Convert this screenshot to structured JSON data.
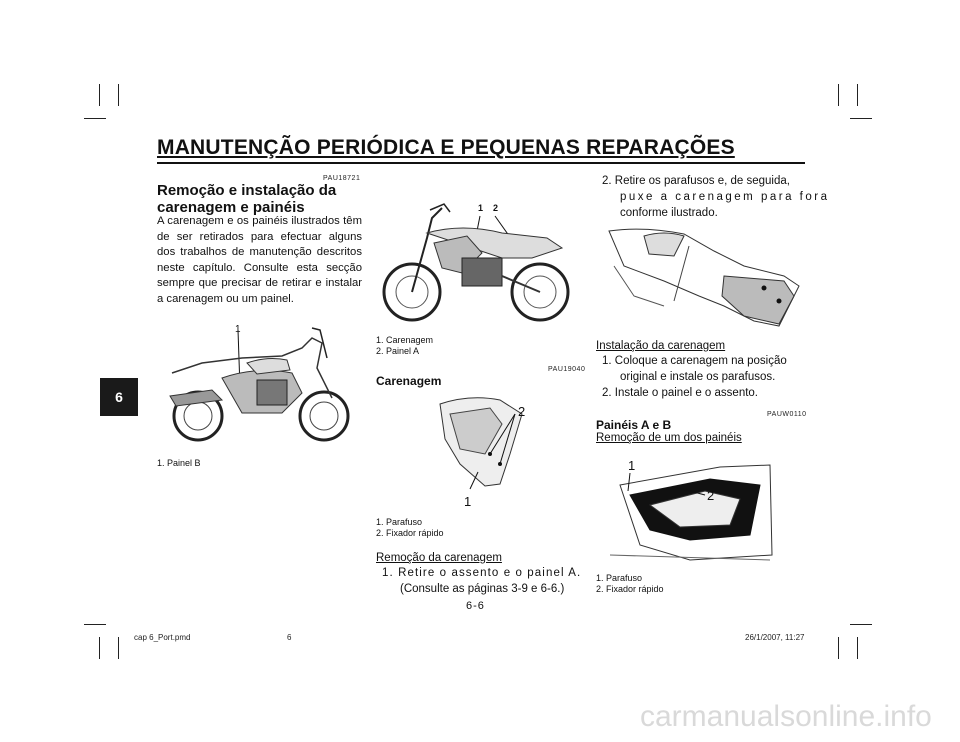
{
  "header": {
    "title": "MANUTENÇÃO PERIÓDICA E PEQUENAS REPARAÇÕES",
    "chapter_tab": "6"
  },
  "col1": {
    "code": "PAU18721",
    "heading": "Remoção e instalação da carenagem e painéis",
    "paragraph": "A carenagem e os painéis ilustrados têm de ser retirados para efectuar alguns dos trabalhos de manutenção descritos neste capítulo. Consulte esta secção sempre que precisar de retirar e instalar a carenagem ou um painel.",
    "figure_callout": "1",
    "caption": "1. Painel B"
  },
  "col2": {
    "figure1_callouts": [
      "1",
      "2"
    ],
    "figure1_captions": [
      "1. Carenagem",
      "2. Painel A"
    ],
    "code": "PAU19040",
    "heading": "Carenagem",
    "figure2_callouts": [
      "2",
      "1"
    ],
    "figure2_captions": [
      "1. Parafuso",
      "2. Fixador rápido"
    ],
    "removal_heading": "Remoção da carenagem",
    "step1_line1": "1. Retire o assento e o painel A.",
    "step1_line2": "(Consulte as páginas 3-9 e 6-6.)"
  },
  "col3": {
    "step2_line1": "2. Retire os parafusos e, de seguida,",
    "step2_line2": "puxe a carenagem para fora",
    "step2_line3": "conforme ilustrado.",
    "install_heading": "Instalação da carenagem",
    "install_step1_line1": "1. Coloque a carenagem na posição",
    "install_step1_line2": "original e instale os parafusos.",
    "install_step2": "2. Instale o painel e o assento.",
    "code": "PAUW0110",
    "heading": "Painéis A e B",
    "removal_heading": "Remoção de um dos painéis",
    "figure_callouts": [
      "1",
      "2"
    ],
    "figure_captions": [
      "1. Parafuso",
      "2. Fixador rápido"
    ]
  },
  "page_number": "6-6",
  "footer": {
    "file": "cap 6_Port.pmd",
    "page": "6",
    "date": "26/1/2007, 11:27"
  },
  "watermark": "carmanualsonline.info"
}
